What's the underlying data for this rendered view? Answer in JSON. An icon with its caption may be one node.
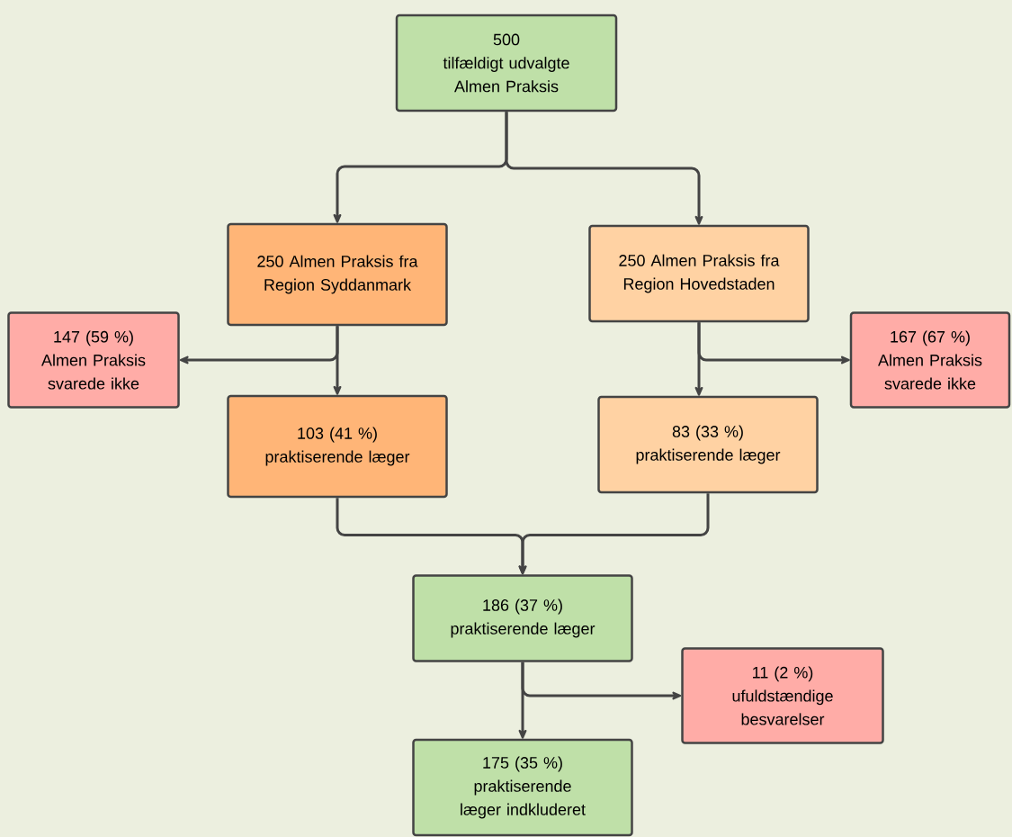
{
  "diagram": {
    "nodes": [
      {
        "text": [
          "500",
          "tilfældigt udvalgte Almen Praksis"
        ]
      },
      {
        "text": [
          "250 Almen Praksis fra Region Syddanmark"
        ]
      },
      {
        "text": [
          "250 Almen Praksis fra Region Hovedstaden"
        ]
      },
      {
        "text": [
          "147 (59 %)",
          "Almen Praksis svarede ikke"
        ]
      },
      {
        "text": [
          "103 (41 %)",
          "praktiserende læger"
        ]
      },
      {
        "text": [
          "167 (67 %)",
          "Almen Praksis svarede ikke"
        ]
      },
      {
        "text": [
          "83 (33 %)",
          "praktiserende læger"
        ]
      },
      {
        "text": [
          "186 (37 %)",
          "praktiserende læger"
        ]
      },
      {
        "text": [
          "11 (2 %)",
          "ufuldstændige besvarelser"
        ]
      },
      {
        "text": [
          "175 (35 %)",
          "praktiserende læger indkluderet"
        ]
      }
    ],
    "edges": [
      {
        "from": 0,
        "to": 1,
        "arrow": "to"
      },
      {
        "from": 0,
        "to": 2,
        "arrow": "to"
      },
      {
        "from": 1,
        "to": 3,
        "arrow": "to"
      },
      {
        "from": 1,
        "to": 4,
        "arrow": "to"
      },
      {
        "from": 2,
        "to": 6,
        "arrow": "to"
      },
      {
        "from": 2,
        "to": 5,
        "arrow": "to"
      },
      {
        "from": 4,
        "to": 7,
        "arrow": "to"
      },
      {
        "from": 6,
        "to": 7,
        "arrow": "to"
      },
      {
        "from": 7,
        "to": 9,
        "arrow": "to"
      },
      {
        "from": 7,
        "to": 8,
        "arrow": "to"
      }
    ]
  }
}
